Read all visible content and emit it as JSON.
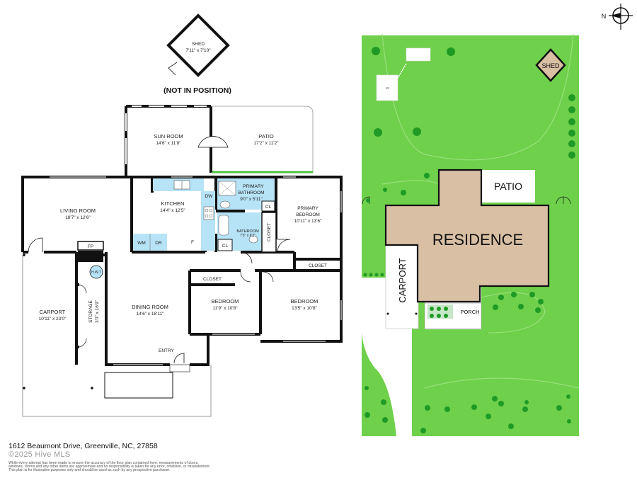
{
  "header": {
    "not_in_position": "(NOT IN POSITION)"
  },
  "compass": {
    "north": "N"
  },
  "floor_plan": {
    "shed": {
      "name": "SHED",
      "dims": "7'11\" x 7'10\""
    },
    "sun_room": {
      "name": "SUN ROOM",
      "dims": "14'6\" x 11'8\""
    },
    "patio": {
      "name": "PATIO",
      "dims": "17'2\" x 11'2\""
    },
    "living_room": {
      "name": "LIVING ROOM",
      "dims": "18'7\" x 12'6\""
    },
    "kitchen": {
      "name": "KITCHEN",
      "dims": "14'4\" x 12'5\"",
      "dw": "DW",
      "wm": "WM",
      "dr": "DR",
      "f": "F",
      "cl": "CL"
    },
    "primary_bathroom": {
      "line1": "PRIMARY",
      "line2": "BATHROOM",
      "dims": "9'0\" x 5'11\"",
      "cl": "CL"
    },
    "bathroom": {
      "name": "BATHROOM",
      "dims": "7'3\" x 6'2\""
    },
    "primary_bedroom": {
      "line1": "PRIMARY",
      "line2": "BEDROOM",
      "dims": "10'11\" x 13'6\""
    },
    "closet_vertical": "CLOSET",
    "fireplace": "FP",
    "hwt": "H.W.T",
    "carport": {
      "name": "CARPORT",
      "dims": "10'11\" x 23'0\""
    },
    "storage": {
      "name": "STORAGE",
      "dims": "3'0\" x 16'9\""
    },
    "dining_room": {
      "name": "DINING ROOM",
      "dims": "14'6\" x 18'11\""
    },
    "bedroom_left": {
      "name": "BEDROOM",
      "dims": "11'9\" x 10'8\"",
      "closet": "CLOSET"
    },
    "bedroom_right": {
      "name": "BEDROOM",
      "dims": "13'5\" x 10'8\"",
      "closet": "CLOSET"
    },
    "entry": "ENTRY"
  },
  "site_plan": {
    "shed": "SHED",
    "patio": "PATIO",
    "residence": "RESIDENCE",
    "carport": "CARPORT",
    "porch": "PORCH",
    "small_label": "12",
    "colors": {
      "grass": "#6fd04b",
      "tree": "#1f9a25",
      "residence": "#d9bfa4",
      "shed": "#d9bfa4",
      "outline": "#111111"
    }
  },
  "footer": {
    "address": "1612 Beaumont Drive, Greenville, NC, 27858",
    "copyright": "©2025 Hive MLS",
    "disclaimer1": "While every attempt has been made to ensure the accuracy of the floor plan contained here, measurements of doors,",
    "disclaimer2": "windows, rooms and any other items are approximate and no responsibility is taken for any error, omission, or misstatement.",
    "disclaimer3": "This plan is for illustrative purposes only and should be used as such by any prospective purchaser."
  }
}
